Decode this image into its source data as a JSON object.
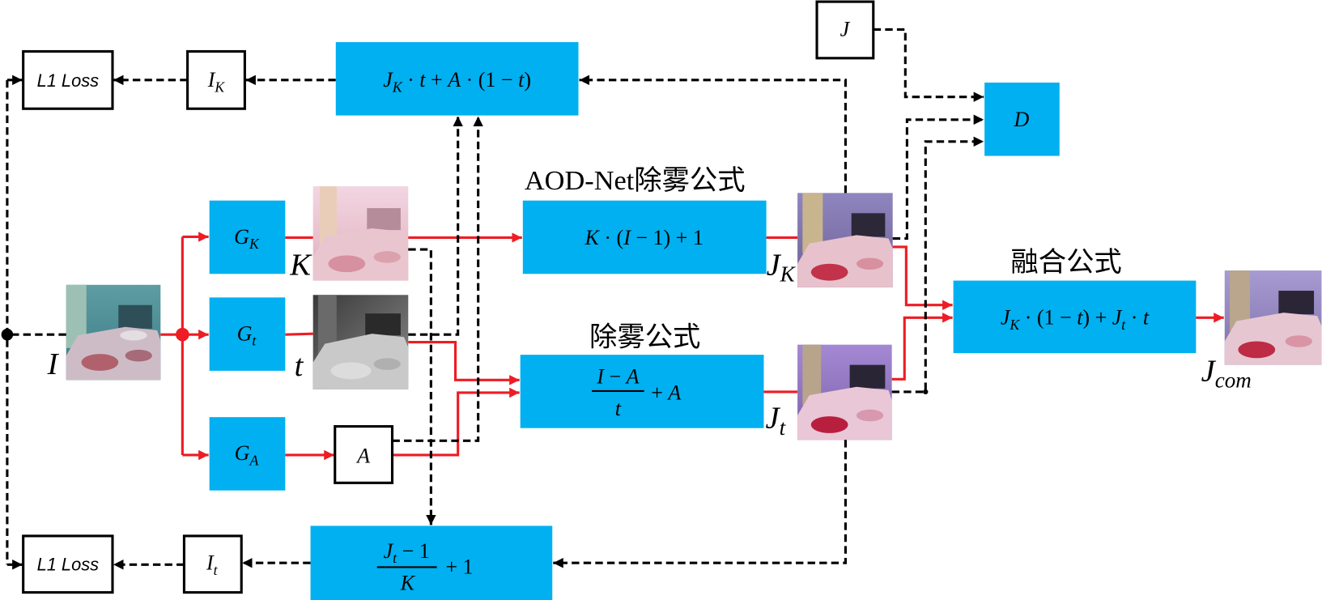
{
  "colors": {
    "box_fill": "#00b0f0",
    "red_arrow": "#ee1c24",
    "dashed_arrow": "#000000"
  },
  "boxes": {
    "l1_loss_top": "L1 Loss",
    "l1_loss_bottom": "L1 Loss",
    "i_k": [
      "I",
      "K"
    ],
    "i_t": [
      "I",
      "t"
    ],
    "j": "J",
    "a": "A",
    "d": "D",
    "g_k": [
      "G",
      "K"
    ],
    "g_t": [
      "G",
      "t"
    ],
    "g_a": [
      "G",
      "A"
    ]
  },
  "formulas": {
    "reconstruct_k": [
      "J",
      "K",
      " · ",
      "t",
      " + ",
      "A",
      " · (1 − ",
      "t",
      ")"
    ],
    "aod_net": [
      "K",
      " · (",
      "I",
      " − 1) + 1"
    ],
    "dehaze": {
      "numerator": [
        "I",
        " − ",
        "A"
      ],
      "denominator": "t",
      "rest": [
        " + ",
        "A"
      ]
    },
    "fusion": [
      "J",
      "K",
      " · (1 − ",
      "t",
      ") + ",
      "J",
      "t",
      " · ",
      "t"
    ],
    "reconstruct_t": {
      "numerator": [
        "J",
        "t",
        " − 1"
      ],
      "denominator": "K",
      "rest": " + 1"
    }
  },
  "titles": {
    "aod_net": "AOD-Net除雾公式",
    "dehaze": "除雾公式",
    "fusion": "融合公式"
  },
  "variables": {
    "input": "I",
    "k_map": "K",
    "t_map": "t",
    "j_k": [
      "J",
      "K"
    ],
    "j_t": [
      "J",
      "t"
    ],
    "j_com": [
      "J",
      "com"
    ]
  }
}
